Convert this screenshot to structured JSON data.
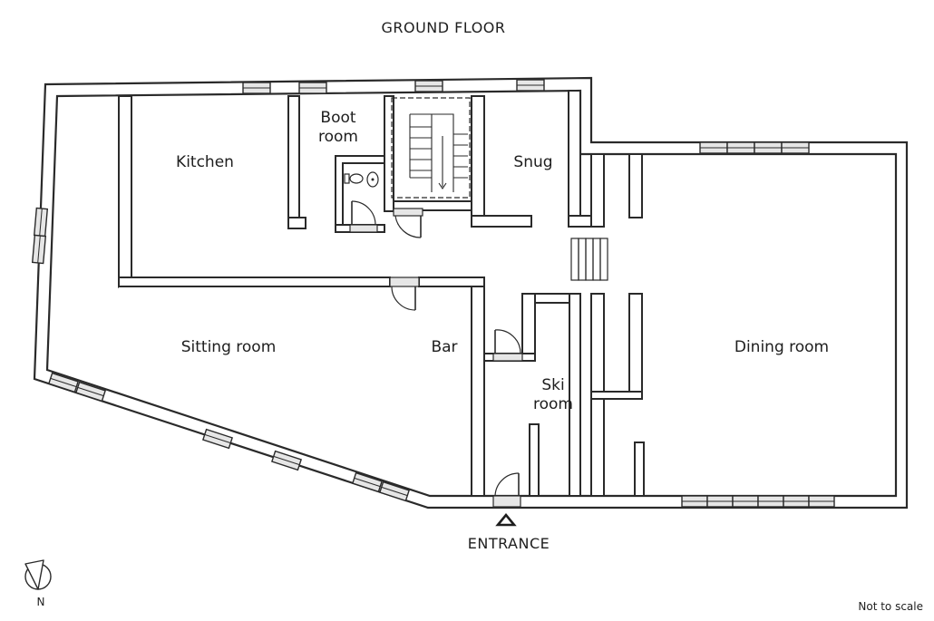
{
  "title": "GROUND FLOOR",
  "entrance_label": "ENTRANCE",
  "scale_note": "Not to scale",
  "rooms": {
    "kitchen": "Kitchen",
    "boot_room_1": "Boot",
    "boot_room_2": "room",
    "snug": "Snug",
    "sitting_room": "Sitting room",
    "bar": "Bar",
    "ski_room_1": "Ski",
    "ski_room_2": "room",
    "dining_room": "Dining room"
  },
  "compass_letter": "N",
  "colors": {
    "wall": "#2a2a2a",
    "window_fill": "#e6e6e6",
    "background": "#ffffff"
  }
}
